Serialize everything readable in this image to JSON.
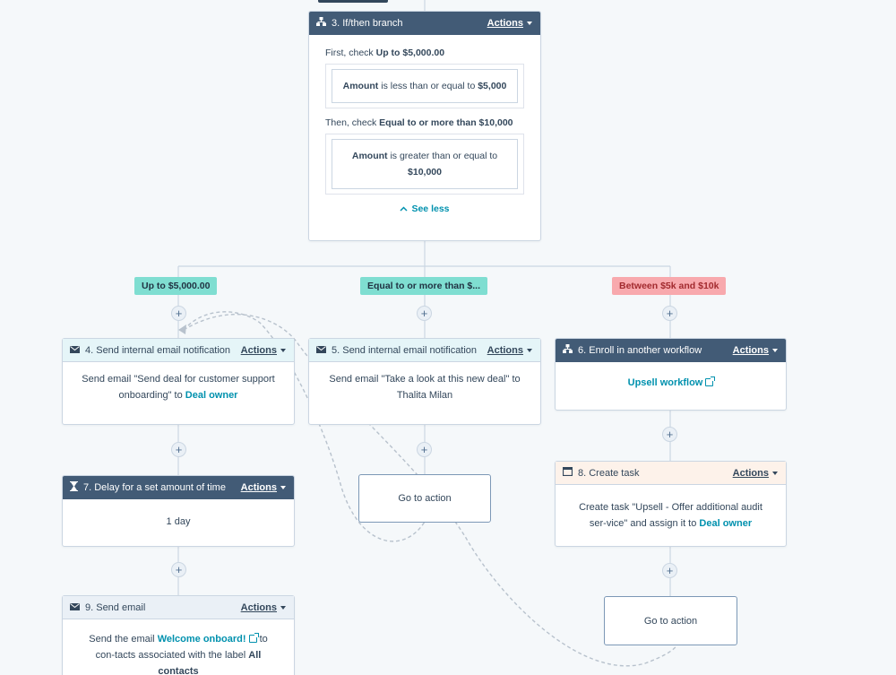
{
  "branch_card": {
    "icon": "branch-icon",
    "title": "3. If/then branch",
    "actions_label": "Actions",
    "first_prefix": "First, check",
    "first_name": "Up to $5,000.00",
    "first_condition_prop": "Amount",
    "first_condition_op": "is less than or equal to",
    "first_condition_val": "$5,000",
    "then_prefix": "Then, check",
    "then_name": "Equal to or more than $10,000",
    "second_condition_prop": "Amount",
    "second_condition_op": "is greater than or equal to",
    "second_condition_val": "$10,000",
    "see_less": "See less"
  },
  "branch_tags": [
    {
      "label": "Up to $5,000.00",
      "color": "#7fded1"
    },
    {
      "label": "Equal to or more than $...",
      "color": "#7fded1"
    },
    {
      "label": "Between $5k and $10k",
      "color": "#f8a9ad"
    }
  ],
  "actions": {
    "a4": {
      "icon": "email-icon",
      "title": "4. Send internal email notification",
      "actions_label": "Actions",
      "text_pre": "Send email \"Send deal for customer support onboarding\" to",
      "link": "Deal owner"
    },
    "a5": {
      "icon": "email-icon",
      "title": "5. Send internal email notification",
      "actions_label": "Actions",
      "text": "Send email \"Take a look at this new deal\" to Thalita Milan"
    },
    "a6": {
      "icon": "workflow-icon",
      "title": "6. Enroll in another workflow",
      "actions_label": "Actions",
      "link": "Upsell workflow"
    },
    "a7": {
      "icon": "hourglass-icon",
      "title": "7. Delay for a set amount of time",
      "actions_label": "Actions",
      "text": "1 day"
    },
    "a8": {
      "icon": "task-icon",
      "title": "8. Create task",
      "actions_label": "Actions",
      "text_pre": "Create task \"Upsell - Offer additional audit ser-vice\" and assign it to",
      "link": "Deal owner"
    },
    "a9": {
      "icon": "email-icon",
      "title": "9. Send email",
      "actions_label": "Actions",
      "text_pre": "Send the email",
      "link": "Welcome onboard!",
      "text_mid": "to con-tacts associated with the label",
      "text_bold": "All contacts"
    }
  },
  "goto_label": "Go to action",
  "plus_symbol": "+",
  "colors": {
    "dark_header": "#425b76",
    "link": "#0091ae",
    "green_header": "#e5f5f8",
    "orange_header": "#fdf2ea",
    "canvas": "#f5f8fa"
  }
}
